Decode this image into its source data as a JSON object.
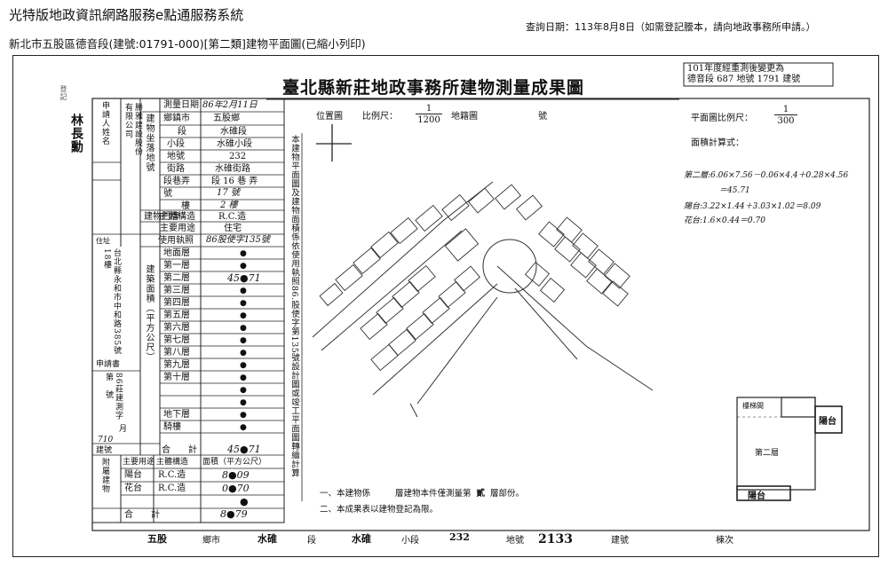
{
  "header": {
    "system_title": "光特版地政資訊網路服務e點通服務系統",
    "query_date": "查詢日期：113年8月8日（如需登記謄本，請向地政事務所申請。）",
    "subtitle": "新北市五股區德音段(建號:01791-000)[第二類]建物平面圖(已縮小列印)"
  },
  "document": {
    "main_title": "臺北縣新莊地政事務所建物測量成果圖",
    "top_note_line1": "101年度經重測後變更為",
    "top_note_line2": "德音段 687 地號 1791 建號",
    "side_label_vertical": "林長勳",
    "side_stamp": "登記",
    "location_map_label": "位置圖",
    "scale_label": "比例尺：",
    "location_scale_num": "1",
    "location_scale_den": "1200",
    "parcel_map_label": "地籍圖",
    "parcel_no_label": "號",
    "floor_plan_scale_label": "平面圖比例尺：",
    "floor_plan_scale_num": "1",
    "floor_plan_scale_den": "300",
    "area_calc_label": "面積計算式：",
    "calc_line1": "第二層:6.06×7.56－0.06×4.4＋0.28×4.56",
    "calc_line2": "＝45.71",
    "calc_line3": "陽台:3.22×1.44＋3.03×1.02＝8.09",
    "calc_line4": "花台:1.6×0.44＝0.70",
    "vertical_note": "本建物平面圖及建物面積係依使用執照86.股使字第135號設計圖或竣工平面圖轉繪計算",
    "note1": "一、本建物係",
    "note1b": "層建物本件僅測量第",
    "note1c": "貳",
    "note1d": "層部份。",
    "note2": "二、本成果表以建物登記為限。",
    "fp_label_stairs": "樓梯間",
    "fp_label_floor": "第二層",
    "fp_label_balcony1": "陽台",
    "fp_label_balcony2": "陽台"
  },
  "left_table": {
    "applicant_label": "申請人姓名",
    "applicant_value": "勝雅建設股份有限公司",
    "survey_date_label": "測量日期",
    "survey_date_value": "86年2月11日",
    "township_label": "鄉鎮市",
    "township_value": "五股鄉",
    "building_land_label": "建物坐落地號",
    "section_label": "段",
    "section_value": "水碓段",
    "subsection_label": "小段",
    "subsection_value": "水碓小段",
    "landno_label": "地號",
    "landno_value": "232",
    "door_label": "建物門牌",
    "street_label": "街路",
    "street_value": "水碓街路",
    "lane_label": "段巷弄",
    "lane_value": "段 16 巷  弄",
    "number_label": "號",
    "number_value": "17 號",
    "floor_label": "樓",
    "floor_value": "2 樓",
    "structure_label": "主體構造",
    "structure_value": "R.C.造",
    "usage_label": "主要用途",
    "usage_value": "住宅",
    "permit_label": "使用執照",
    "permit_value": "86股使字135號",
    "area_group_label": "建築面積（平方公尺）",
    "floors": [
      {
        "name": "地面層",
        "value": "●"
      },
      {
        "name": "第一層",
        "value": "●"
      },
      {
        "name": "第二層",
        "value": "45●71"
      },
      {
        "name": "第三層",
        "value": "●"
      },
      {
        "name": "第四層",
        "value": "●"
      },
      {
        "name": "第五層",
        "value": "●"
      },
      {
        "name": "第六層",
        "value": "●"
      },
      {
        "name": "第七層",
        "value": "●"
      },
      {
        "name": "第八層",
        "value": "●"
      },
      {
        "name": "第九層",
        "value": "●"
      },
      {
        "name": "第十層",
        "value": "●"
      },
      {
        "name": "",
        "value": "●"
      },
      {
        "name": "",
        "value": "●"
      },
      {
        "name": "地下層",
        "value": "●"
      },
      {
        "name": "騎樓",
        "value": "●"
      }
    ],
    "address_label": "住址",
    "address_value": "台北縣永和市中和路385號18樓",
    "app_no_label": "申請書",
    "app_no_value": "86莊建測字第　號",
    "month_label": "月",
    "build_no_label": "建號",
    "build_no_value": "710",
    "total_label": "合　　計",
    "total_value": "45●71",
    "attached_label": "附屬建物",
    "attached_header_usage": "主要用途",
    "attached_header_struct": "主體構造",
    "attached_header_area": "面積（平方公尺）",
    "attached": [
      {
        "usage": "陽台",
        "struct": "R.C.造",
        "area": "8●09"
      },
      {
        "usage": "花台",
        "struct": "R.C.造",
        "area": "0●70"
      },
      {
        "usage": "",
        "struct": "",
        "area": "●"
      }
    ],
    "attached_total_label": "合　　計",
    "attached_total_value": "8●79"
  },
  "footer": {
    "township_value": "五股",
    "township_label": "鄉市",
    "section_value": "水碓",
    "section_label": "段",
    "subsection_value": "水碓",
    "subsection_label": "小段",
    "landno_value": "232",
    "landno_label": "地號",
    "landno2": "2133",
    "build_label": "建號",
    "unit_label": "棟次"
  }
}
